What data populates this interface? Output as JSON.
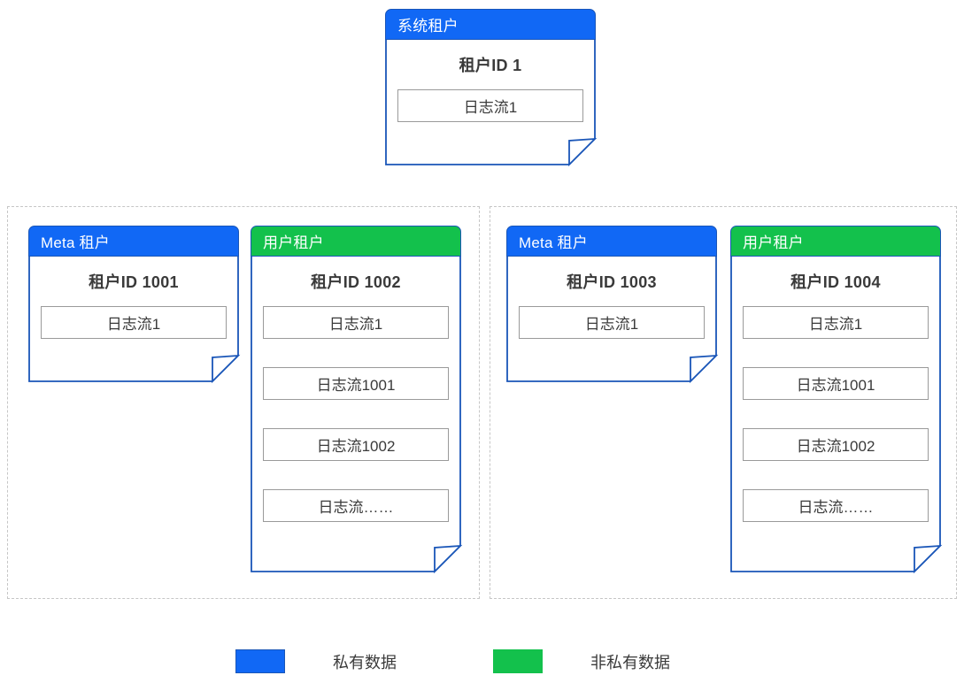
{
  "diagram": {
    "colors": {
      "private_blue": "#1168f5",
      "card_border_blue": "#1a56b8",
      "nonprivate_green": "#13c14c",
      "group_dashed_gray": "#c6c6c6",
      "log_box_border": "#9a9a9a",
      "text_dark": "#3a3a3a"
    },
    "system_card": {
      "header_label": "系统租户",
      "header_color": "blue",
      "title": "租户ID 1",
      "log_streams": [
        "日志流1"
      ]
    },
    "groups": [
      {
        "name": "group-left",
        "cards": [
          {
            "header_label": "Meta 租户",
            "header_color": "blue",
            "title": "租户ID 1001",
            "log_streams": [
              "日志流1"
            ]
          },
          {
            "header_label": "用户租户",
            "header_color": "green",
            "title": "租户ID 1002",
            "log_streams": [
              "日志流1",
              "日志流1001",
              "日志流1002",
              "日志流……"
            ]
          }
        ]
      },
      {
        "name": "group-right",
        "cards": [
          {
            "header_label": "Meta 租户",
            "header_color": "blue",
            "title": "租户ID 1003",
            "log_streams": [
              "日志流1"
            ]
          },
          {
            "header_label": "用户租户",
            "header_color": "green",
            "title": "租户ID 1004",
            "log_streams": [
              "日志流1",
              "日志流1001",
              "日志流1002",
              "日志流……"
            ]
          }
        ]
      }
    ],
    "legend": {
      "items": [
        {
          "swatch_color": "blue",
          "label": "私有数据"
        },
        {
          "swatch_color": "green",
          "label": "非私有数据"
        }
      ]
    }
  }
}
